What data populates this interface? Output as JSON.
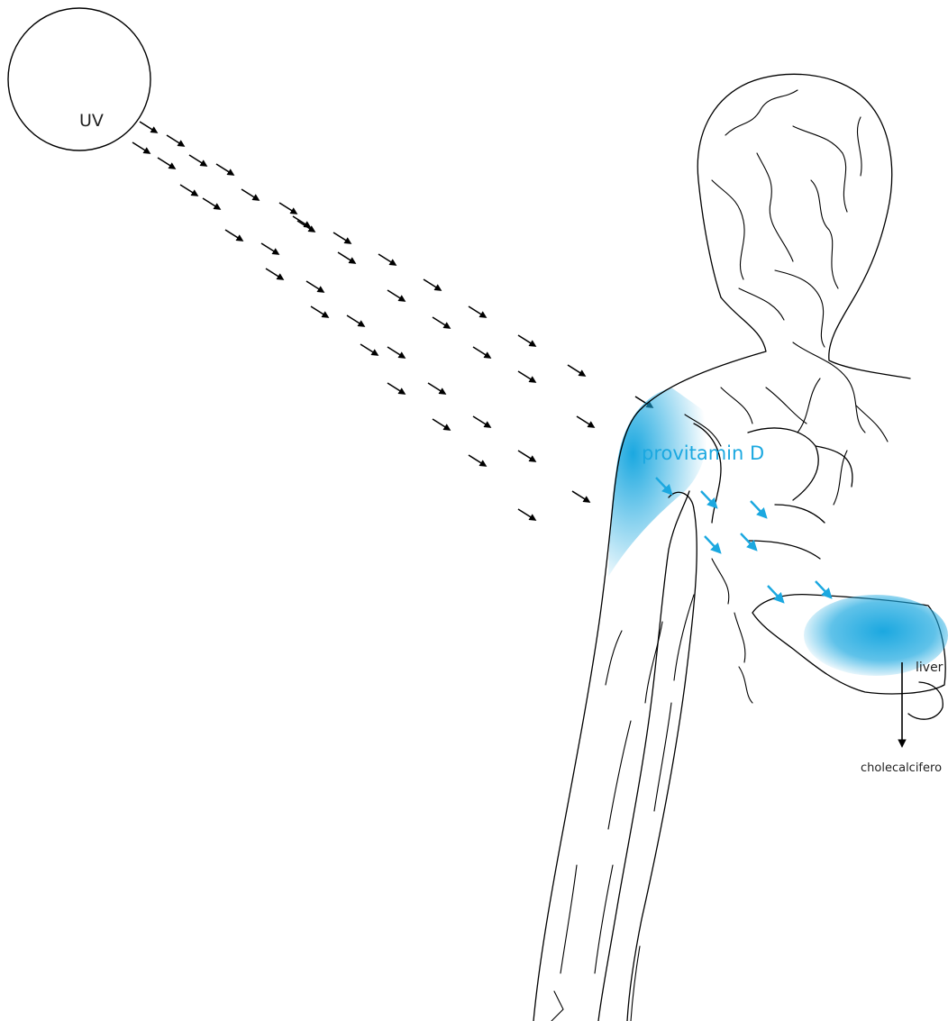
{
  "labels": {
    "source": "UV",
    "precursor": "provitamin D",
    "organ": "liver",
    "product": "cholecalcifero"
  },
  "colors": {
    "line": "#000000",
    "accent": "#1ba8e0",
    "background": "#ffffff"
  },
  "icons": {
    "uv_rays": "arrow-down-right-icon",
    "conversion": "arrow-down-right-icon",
    "output": "arrow-down-icon"
  }
}
